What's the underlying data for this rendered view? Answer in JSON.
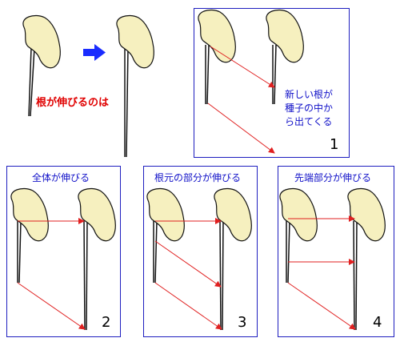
{
  "intro": {
    "question": "根が伸びるのは"
  },
  "panels": [
    {
      "number": "1",
      "note_lines": [
        "新しい根が",
        "種子の中か",
        "ら出てくる"
      ]
    },
    {
      "number": "2",
      "title": "全体が伸びる"
    },
    {
      "number": "3",
      "title": "根元の部分が伸びる"
    },
    {
      "number": "4",
      "title": "先端部分が伸びる"
    }
  ],
  "colors": {
    "seed": "#f6f0bf",
    "arrow": "#e02020",
    "frame": "#1d1dbf",
    "blue_arrow": "#1a2cff"
  }
}
